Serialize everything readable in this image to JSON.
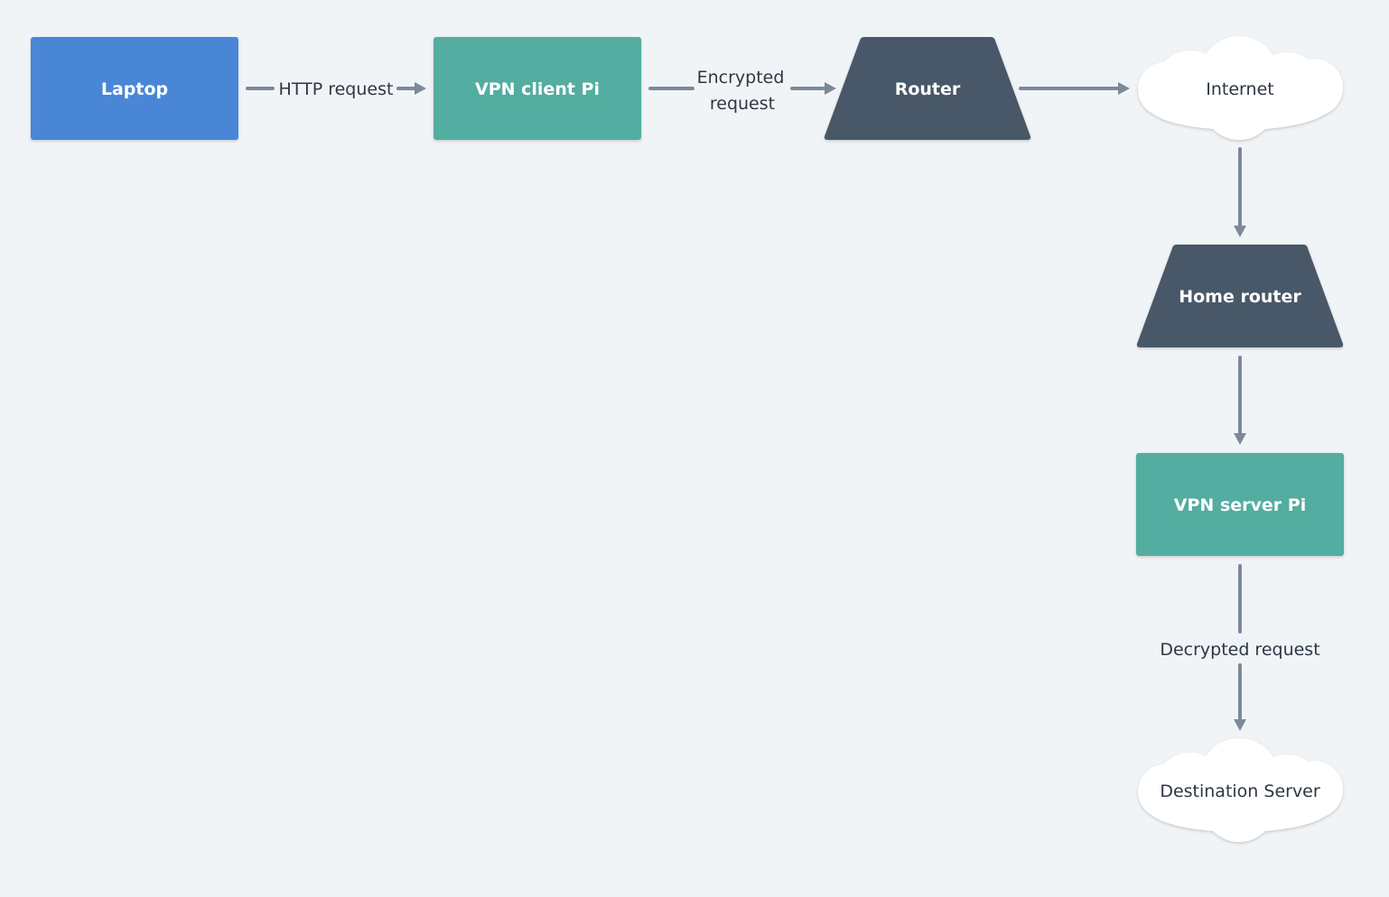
{
  "colors": {
    "background": "#f1f4f7",
    "laptop": "#4886d6",
    "pi": "#52ada0",
    "router": "#4a5967",
    "cloud": "#ffffff",
    "edge": "#7e8998",
    "text_dark": "#2d3744",
    "text_light": "#ffffff"
  },
  "nodes": {
    "laptop": {
      "label": "Laptop",
      "shape": "rectangle"
    },
    "vpn_client": {
      "label": "VPN client Pi",
      "shape": "rectangle"
    },
    "router": {
      "label": "Router",
      "shape": "trapezoid"
    },
    "internet": {
      "label": "Internet",
      "shape": "cloud"
    },
    "home_router": {
      "label": "Home router",
      "shape": "trapezoid"
    },
    "vpn_server": {
      "label": "VPN server Pi",
      "shape": "rectangle"
    },
    "destination": {
      "label": "Destination Server",
      "shape": "cloud"
    }
  },
  "edges": {
    "http_request": {
      "from": "laptop",
      "to": "vpn_client",
      "label": "HTTP request"
    },
    "encrypted_request": {
      "from": "vpn_client",
      "to": "router",
      "label_line1": "Encrypted",
      "label_line2": "request"
    },
    "router_to_internet": {
      "from": "router",
      "to": "internet"
    },
    "internet_to_home": {
      "from": "internet",
      "to": "home_router"
    },
    "home_to_server": {
      "from": "home_router",
      "to": "vpn_server"
    },
    "decrypted_request": {
      "from": "vpn_server",
      "to": "destination",
      "label": "Decrypted request"
    }
  }
}
